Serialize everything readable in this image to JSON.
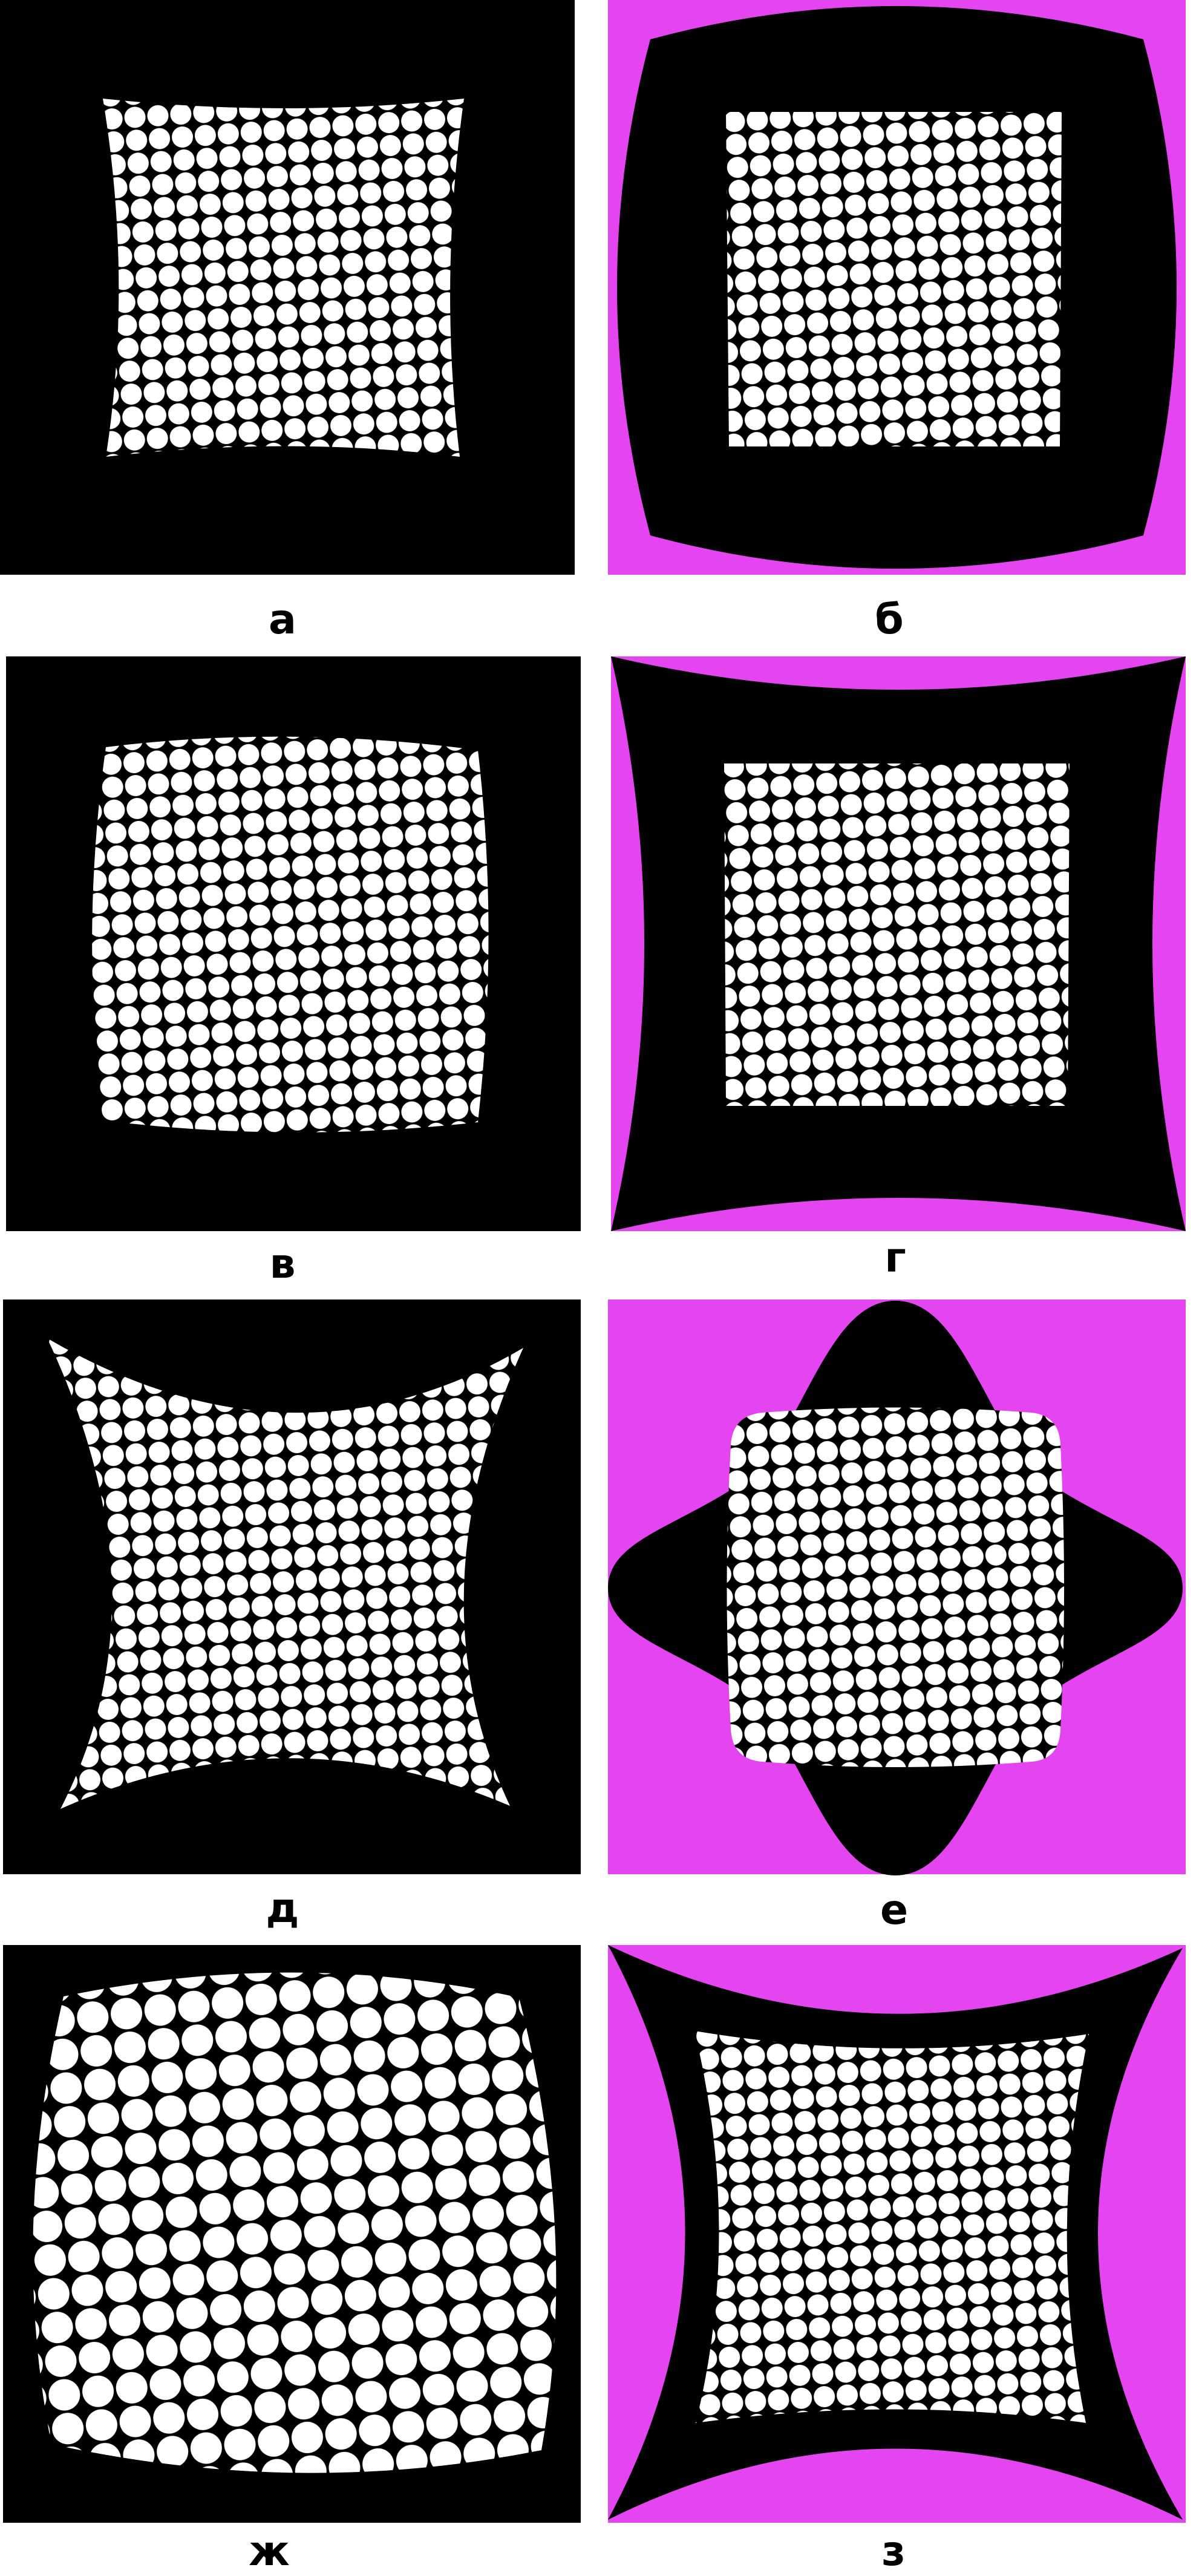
{
  "colors": {
    "background": "#ffffff",
    "panel": "#000000",
    "magenta": "#e445f1",
    "dots": "#ffffff"
  },
  "panels": [
    {
      "id": "a",
      "label": "а",
      "background": "black",
      "mask": "pincushion",
      "dots": "fine"
    },
    {
      "id": "b",
      "label": "б",
      "background": "magenta",
      "mask": "barrel",
      "dots": "fine"
    },
    {
      "id": "v",
      "label": "в",
      "background": "black",
      "mask": "barrel",
      "dots": "fine"
    },
    {
      "id": "g",
      "label": "г",
      "background": "magenta",
      "mask": "pincushion",
      "dots": "fine"
    },
    {
      "id": "d",
      "label": "д",
      "background": "black",
      "mask": "pincushion",
      "dots": "fine"
    },
    {
      "id": "e",
      "label": "е",
      "background": "magenta",
      "mask": "rounded",
      "dots": "fine"
    },
    {
      "id": "zh",
      "label": "ж",
      "background": "black",
      "mask": "barrel",
      "dots": "coarse"
    },
    {
      "id": "z",
      "label": "з",
      "background": "magenta",
      "mask": "pincushion",
      "dots": "fine"
    }
  ]
}
